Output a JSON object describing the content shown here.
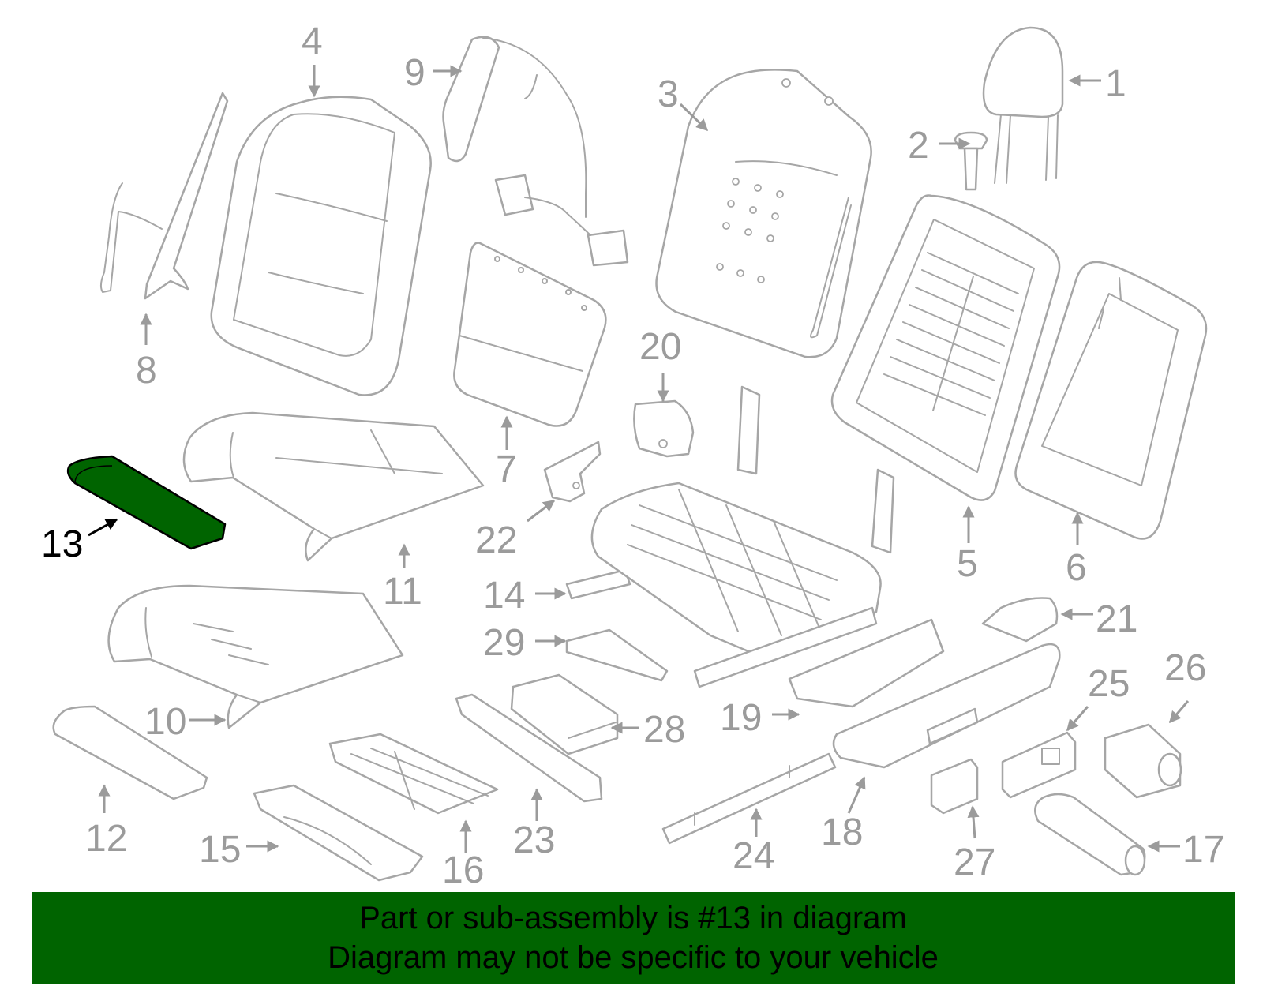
{
  "diagram": {
    "highlight_part": "13",
    "highlight_color": "#006400",
    "line_color": "#a6a6a6",
    "label_color": "#9b9b9b",
    "labels": {
      "p1": "1",
      "p2": "2",
      "p3": "3",
      "p4": "4",
      "p5": "5",
      "p6": "6",
      "p7": "7",
      "p8": "8",
      "p9": "9",
      "p10": "10",
      "p11": "11",
      "p12": "12",
      "p13": "13",
      "p14": "14",
      "p15": "15",
      "p16": "16",
      "p17": "17",
      "p18": "18",
      "p19": "19",
      "p20": "20",
      "p21": "21",
      "p22": "22",
      "p23": "23",
      "p24": "24",
      "p25": "25",
      "p26": "26",
      "p27": "27",
      "p28": "28",
      "p29": "29"
    }
  },
  "banner": {
    "background": "#006400",
    "line1": "Part or sub-assembly is #13 in diagram",
    "line2": "Diagram may not be specific to your vehicle"
  }
}
